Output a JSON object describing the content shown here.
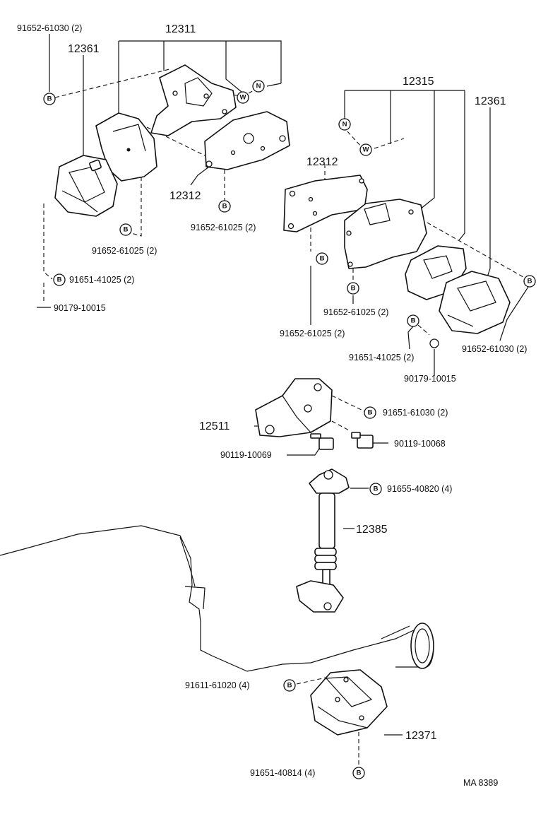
{
  "callout_symbols": {
    "b": "B",
    "w": "W",
    "n": "N"
  },
  "labels": {
    "p91652_61030_tl": "91652-61030 (2)",
    "p12311": "12311",
    "p12361_l": "12361",
    "p12312_l": "12312",
    "p91652_61025_a": "91652-61025 (2)",
    "p91652_61025_b": "91652-61025 (2)",
    "p91651_41025_l": "91651-41025 (2)",
    "p90179_10015_l": "90179-10015",
    "p12315": "12315",
    "p12361_r": "12361",
    "p12312_r": "12312",
    "p91652_61025_c": "91652-61025 (2)",
    "p91652_61025_d": "91652-61025 (2)",
    "p91651_41025_r": "91651-41025 (2)",
    "p91652_61030_r": "91652-61030 (2)",
    "p90179_10015_r": "90179-10015",
    "p12511": "12511",
    "p91651_61030": "91651-61030 (2)",
    "p90119_10069": "90119-10069",
    "p90119_10068": "90119-10068",
    "p91655_40820": "91655-40820 (4)",
    "p12385": "12385",
    "p91611_61020": "91611-61020 (4)",
    "p12371": "12371",
    "p91651_40814": "91651-40814 (4)",
    "footer": "MA  8389"
  }
}
